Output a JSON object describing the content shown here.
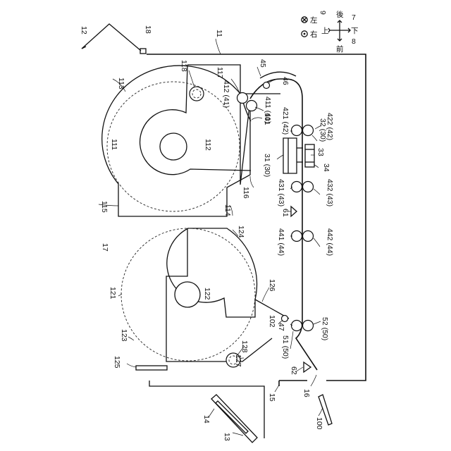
{
  "figure": {
    "labels": {
      "l12": "12",
      "l18": "18",
      "l11": "11",
      "l118": "118",
      "l117": "117",
      "l45": "45",
      "l412": "412 (41)",
      "l113": "113",
      "l46": "46",
      "l411": "411 (41)",
      "l101": "101",
      "l422": "422 (42)",
      "l421": "421 (42)",
      "l32": "32 (30)",
      "l111": "111",
      "l112": "112",
      "l33": "33",
      "l31": "31 (30)",
      "l34": "34",
      "l116": "116",
      "l431": "431 (43)",
      "l432": "432 (43)",
      "l115": "115",
      "l114": "114",
      "l61": "61",
      "l124": "124",
      "l17": "17",
      "l441": "441 (44)",
      "l442": "442 (44)",
      "l126": "126",
      "l121": "121",
      "l122": "122",
      "l102": "102",
      "l47": "47",
      "l52": "52 (50)",
      "l123": "123",
      "l128": "128",
      "l51": "51 (50)",
      "l127": "127",
      "l125": "125",
      "l62": "62",
      "l16": "16",
      "l15": "15",
      "l14": "14",
      "l100": "100",
      "l13": "13"
    },
    "legend": {
      "cross_label": "左",
      "dot_label": "右",
      "cross_num": "9",
      "up": "上",
      "down": "下",
      "front": "前",
      "back": "後",
      "num7": "7",
      "num8": "8"
    }
  }
}
